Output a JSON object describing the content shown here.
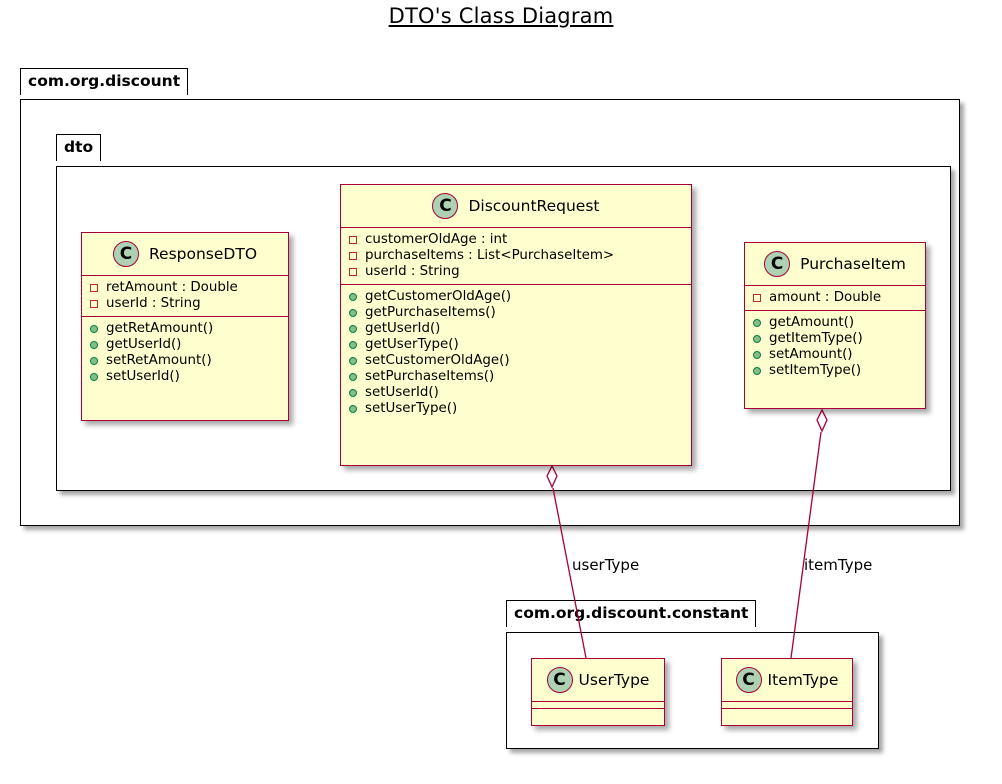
{
  "diagram": {
    "title": "DTO's Class Diagram",
    "colors": {
      "class_fill": "#FEFECE",
      "class_border": "#A80036",
      "class_icon": "#ADD1B2",
      "private_marker": "#C82930",
      "public_marker": "#84BE84",
      "edge": "#A80036"
    },
    "packages": {
      "outer": {
        "name": "com.org.discount"
      },
      "inner": {
        "name": "dto"
      },
      "constant": {
        "name": "com.org.discount.constant"
      }
    },
    "classes": {
      "response_dto": {
        "icon": "C",
        "name": "ResponseDTO",
        "fields": [
          "retAmount : Double",
          "userId : String"
        ],
        "methods": [
          "getRetAmount()",
          "getUserId()",
          "setRetAmount()",
          "setUserId()"
        ]
      },
      "discount_request": {
        "icon": "C",
        "name": "DiscountRequest",
        "fields": [
          "customerOldAge : int",
          "purchaseItems : List<PurchaseItem>",
          "userId : String"
        ],
        "methods": [
          "getCustomerOldAge()",
          "getPurchaseItems()",
          "getUserId()",
          "getUserType()",
          "setCustomerOldAge()",
          "setPurchaseItems()",
          "setUserId()",
          "setUserType()"
        ]
      },
      "purchase_item": {
        "icon": "C",
        "name": "PurchaseItem",
        "fields": [
          "amount : Double"
        ],
        "methods": [
          "getAmount()",
          "getItemType()",
          "setAmount()",
          "setItemType()"
        ]
      },
      "user_type": {
        "icon": "C",
        "name": "UserType"
      },
      "item_type": {
        "icon": "C",
        "name": "ItemType"
      }
    },
    "relations": [
      {
        "from": "DiscountRequest",
        "to": "UserType",
        "kind": "aggregation",
        "label": "userType"
      },
      {
        "from": "PurchaseItem",
        "to": "ItemType",
        "kind": "aggregation",
        "label": "itemType"
      }
    ]
  }
}
